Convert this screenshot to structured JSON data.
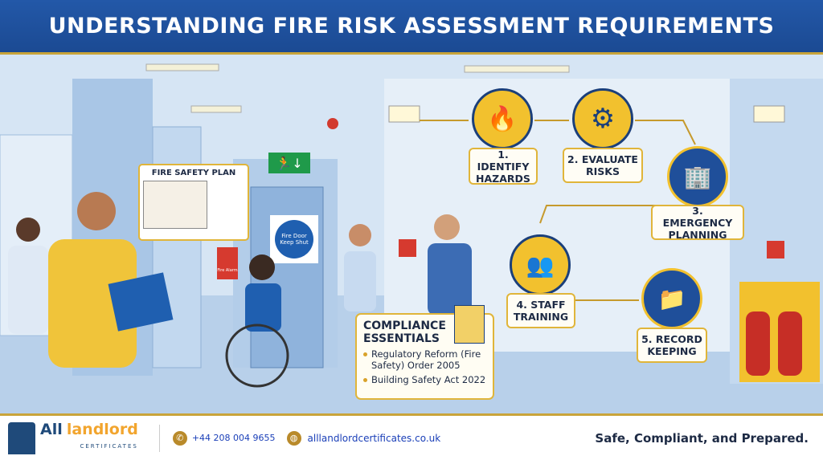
{
  "title": "UNDERSTANDING FIRE RISK ASSESSMENT REQUIREMENTS",
  "scene": {
    "fire_safety_plan": "FIRE SAFETY PLAN",
    "fire_door_sign": "Fire Door Keep Shut",
    "fire_alarm_sign": "Fire Alarm"
  },
  "steps": [
    {
      "label": "1. IDENTIFY HAZARDS",
      "icon": "flame-magnifier-icon"
    },
    {
      "label": "2. EVALUATE RISKS",
      "icon": "gear-cycle-icon"
    },
    {
      "label": "3. EMERGENCY PLANNING",
      "icon": "building-evacuation-icon"
    },
    {
      "label": "4. STAFF TRAINING",
      "icon": "people-chat-icon"
    },
    {
      "label": "5. RECORD KEEPING",
      "icon": "folder-check-icon"
    }
  ],
  "compliance": {
    "title": "COMPLIANCE ESSENTIALS",
    "items": [
      "Regulatory Reform (Fire Safety) Order 2005",
      "Building Safety Act 2022"
    ]
  },
  "footer": {
    "brand_all": "All",
    "brand_landlord": "landlord",
    "brand_sub": "CERTIFICATES",
    "phone": "+44 208 004 9655",
    "website": "alllandlordcertificates.co.uk",
    "tagline": "Safe, Compliant, and Prepared."
  },
  "colors": {
    "header": "#1f52a0",
    "accent_gold": "#c9a43a",
    "step_yellow": "#f2c12e",
    "navy": "#1b3f7a"
  }
}
